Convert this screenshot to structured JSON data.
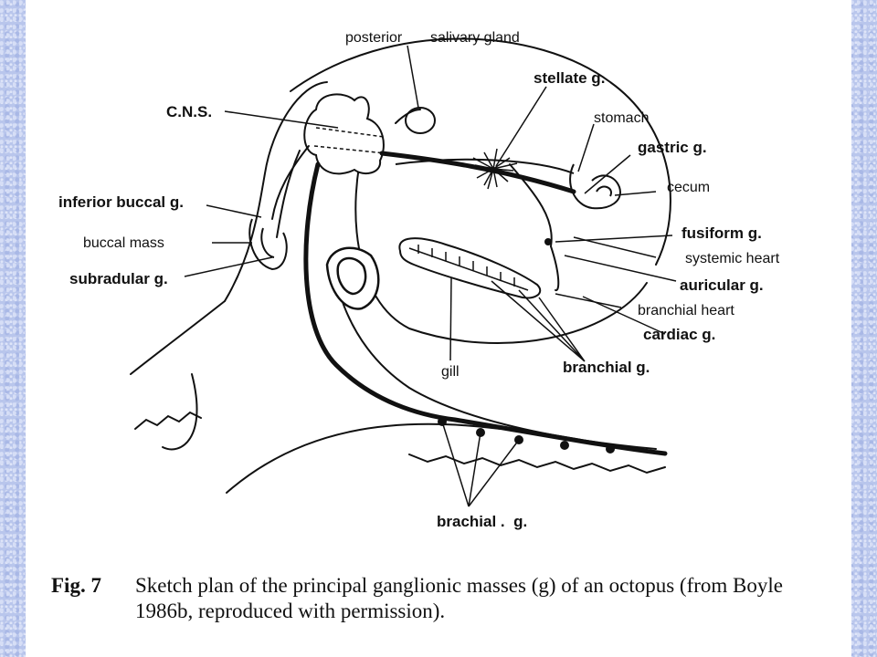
{
  "labels": {
    "posterior": "posterior",
    "salivary_gland": "salivary gland",
    "stellate": "stellate g.",
    "stomach": "stomach",
    "cns": "C.N.S.",
    "gastric": "gastric g.",
    "cecum": "cecum",
    "inferior_buccal": "inferior buccal g.",
    "buccal_mass": "buccal mass",
    "fusiform": "fusiform g.",
    "systemic_heart": "systemic heart",
    "subradular": "subradular g.",
    "auricular": "auricular g.",
    "branchial_heart": "branchial heart",
    "cardiac": "cardiac g.",
    "gill": "gill",
    "branchial": "branchial g.",
    "brachial": "brachial .  g."
  },
  "caption": {
    "number": "Fig. 7",
    "text": "Sketch plan of the principal ganglionic masses (g) of an octopus (from Boyle 1986b, reproduced with permission)."
  }
}
